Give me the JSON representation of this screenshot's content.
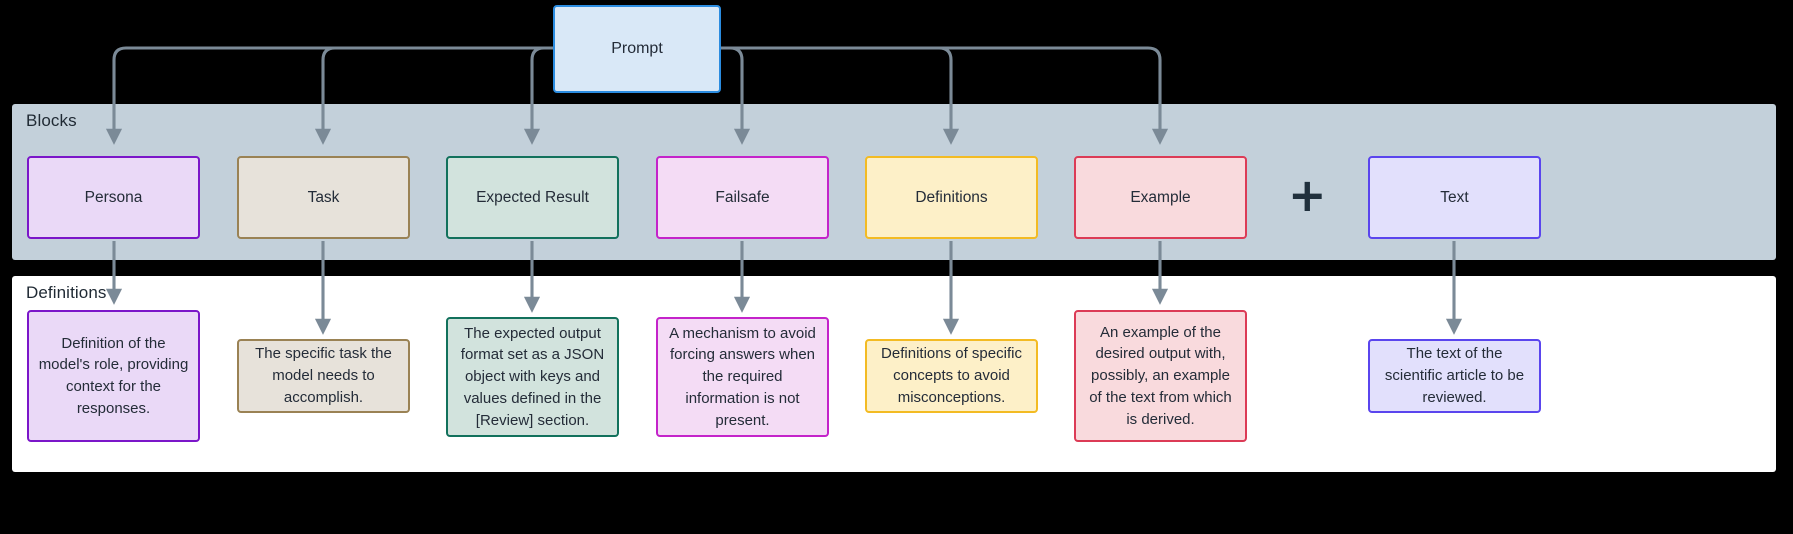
{
  "diagram": {
    "title_node": {
      "id": "prompt",
      "label": "Prompt",
      "fill": "#d9e8f7",
      "stroke": "#2b8ce0"
    },
    "groups": [
      {
        "id": "blocks",
        "label": "Blocks",
        "fill": "#c3d0da"
      },
      {
        "id": "definitions",
        "label": "Definitions",
        "fill": "#ffffff"
      }
    ],
    "operator": {
      "symbol": "+",
      "color": "#20303d"
    },
    "connector_color": "#7b8a97",
    "blocks": [
      {
        "id": "persona",
        "label": "Persona",
        "fill": "#ead9f7",
        "stroke": "#7b16c9"
      },
      {
        "id": "task",
        "label": "Task",
        "fill": "#e7e2da",
        "stroke": "#9a8254"
      },
      {
        "id": "expected-result",
        "label": "Expected Result",
        "fill": "#d2e3dd",
        "stroke": "#12715c"
      },
      {
        "id": "failsafe",
        "label": "Failsafe",
        "fill": "#f4dcf5",
        "stroke": "#c423ca"
      },
      {
        "id": "definitions",
        "label": "Definitions",
        "fill": "#fdf0c8",
        "stroke": "#f3bb23"
      },
      {
        "id": "example",
        "label": "Example",
        "fill": "#f9dadd",
        "stroke": "#dc3b56"
      },
      {
        "id": "text",
        "label": "Text",
        "fill": "#e2e0fc",
        "stroke": "#5a45ee"
      }
    ],
    "descriptions": [
      {
        "id": "persona-desc",
        "text": "Definition of the model's role, providing context for the responses.",
        "fill": "#ead9f7",
        "stroke": "#7b16c9"
      },
      {
        "id": "task-desc",
        "text": "The specific task the model needs to accomplish.",
        "fill": "#e7e2da",
        "stroke": "#9a8254"
      },
      {
        "id": "expected-result-desc",
        "text": "The expected output format set as a JSON object with keys and values defined in the [Review] section.",
        "fill": "#d2e3dd",
        "stroke": "#12715c"
      },
      {
        "id": "failsafe-desc",
        "text": "A mechanism to avoid forcing answers when the required information is not present.",
        "fill": "#f4dcf5",
        "stroke": "#c423ca"
      },
      {
        "id": "definitions-desc",
        "text": "Definitions of specific concepts to avoid misconceptions.",
        "fill": "#fdf0c8",
        "stroke": "#f3bb23"
      },
      {
        "id": "example-desc",
        "text": "An example of the desired output with, possibly, an example of the text from which is derived.",
        "fill": "#f9dadd",
        "stroke": "#dc3b56"
      },
      {
        "id": "text-desc",
        "text": "The text of the scientific article to be reviewed.",
        "fill": "#e2e0fc",
        "stroke": "#5a45ee"
      }
    ]
  }
}
